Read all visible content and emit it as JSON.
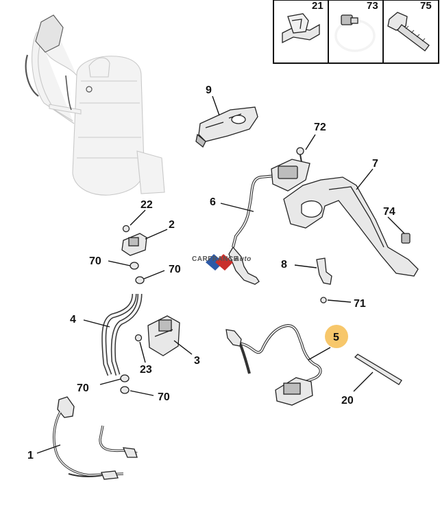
{
  "watermark": {
    "brand": "CARFRANCE",
    "suffix": "Auto"
  },
  "highlight_color": "#f7c76b",
  "inset": {
    "items": [
      {
        "num": "21",
        "icon": "clip-icon"
      },
      {
        "num": "73",
        "icon": "hose-clamp-icon"
      },
      {
        "num": "75",
        "icon": "bolt-icon"
      }
    ]
  },
  "callouts": [
    {
      "id": "c1",
      "num": "1"
    },
    {
      "id": "c2",
      "num": "2"
    },
    {
      "id": "c3",
      "num": "3"
    },
    {
      "id": "c4",
      "num": "4"
    },
    {
      "id": "c5",
      "num": "5",
      "highlighted": true
    },
    {
      "id": "c6",
      "num": "6"
    },
    {
      "id": "c7",
      "num": "7"
    },
    {
      "id": "c8",
      "num": "8"
    },
    {
      "id": "c9",
      "num": "9"
    },
    {
      "id": "c20",
      "num": "20"
    },
    {
      "id": "c22",
      "num": "22"
    },
    {
      "id": "c23",
      "num": "23"
    },
    {
      "id": "c70a",
      "num": "70"
    },
    {
      "id": "c70b",
      "num": "70"
    },
    {
      "id": "c70c",
      "num": "70"
    },
    {
      "id": "c70d",
      "num": "70"
    },
    {
      "id": "c71",
      "num": "71"
    },
    {
      "id": "c72",
      "num": "72"
    },
    {
      "id": "c74",
      "num": "74"
    }
  ]
}
